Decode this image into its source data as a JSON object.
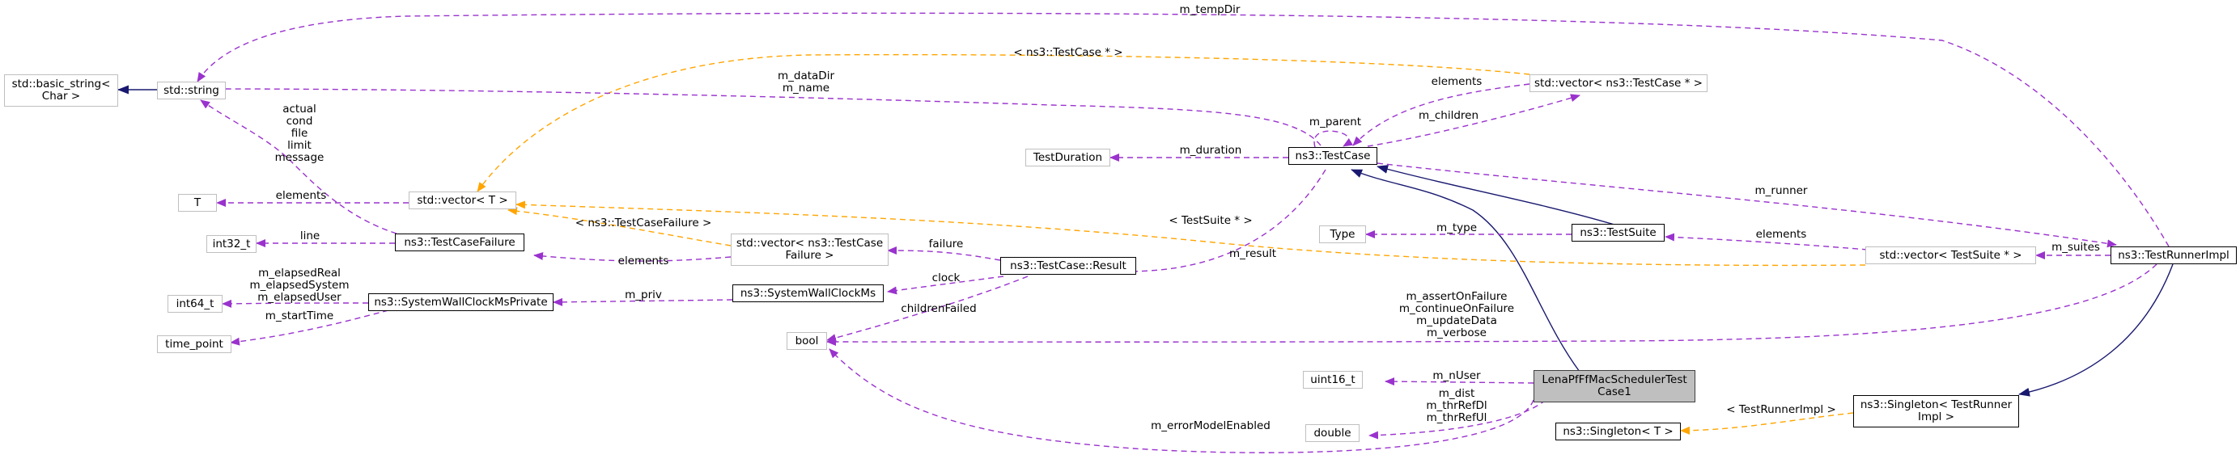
{
  "nodes": {
    "basic_string": {
      "label": "std::basic_string<\nChar >",
      "style": "grey"
    },
    "string": {
      "label": "std::string",
      "style": "grey"
    },
    "T": {
      "label": "T",
      "style": "grey"
    },
    "int32_t": {
      "label": "int32_t",
      "style": "grey"
    },
    "int64_t": {
      "label": "int64_t",
      "style": "grey"
    },
    "time_point": {
      "label": "time_point",
      "style": "grey"
    },
    "vector_T": {
      "label": "std::vector< T >",
      "style": "grey"
    },
    "test_case_failure": {
      "label": "ns3::TestCaseFailure",
      "style": "black"
    },
    "syswall_private": {
      "label": "ns3::SystemWallClockMsPrivate",
      "style": "black"
    },
    "vector_failure": {
      "label": "std::vector< ns3::TestCase\nFailure >",
      "style": "grey"
    },
    "syswall": {
      "label": "ns3::SystemWallClockMs",
      "style": "black"
    },
    "bool": {
      "label": "bool",
      "style": "grey"
    },
    "result": {
      "label": "ns3::TestCase::Result",
      "style": "black"
    },
    "test_duration": {
      "label": "TestDuration",
      "style": "grey"
    },
    "test_case": {
      "label": "ns3::TestCase",
      "style": "black"
    },
    "vector_testcase": {
      "label": "std::vector< ns3::TestCase * >",
      "style": "grey"
    },
    "type": {
      "label": "Type",
      "style": "grey"
    },
    "test_suite": {
      "label": "ns3::TestSuite",
      "style": "black"
    },
    "uint16_t": {
      "label": "uint16_t",
      "style": "grey"
    },
    "double": {
      "label": "double",
      "style": "grey"
    },
    "lena": {
      "label": "LenaPfFfMacSchedulerTest\nCase1",
      "style": "focus"
    },
    "singleton_T": {
      "label": "ns3::Singleton< T >",
      "style": "black"
    },
    "singleton_runner": {
      "label": "ns3::Singleton< TestRunner\nImpl >",
      "style": "black"
    },
    "vector_suite": {
      "label": "std::vector< TestSuite * >",
      "style": "grey"
    },
    "runner_impl": {
      "label": "ns3::TestRunnerImpl",
      "style": "black"
    }
  },
  "edge_labels": {
    "m_tempDir": "m_tempDir",
    "testcase_ptr": "< ns3::TestCase * >",
    "datadir_name": "m_dataDir\nm_name",
    "failure_members": "actual\ncond\nfile\nlimit\nmessage",
    "elements_T": "elements",
    "line": "line",
    "testcasefailure_tmpl": "< ns3::TestCaseFailure >",
    "elements_failure": "elements",
    "failure": "failure",
    "clock": "clock",
    "childrenFailed": "childrenFailed",
    "elapsed": "m_elapsedReal\nm_elapsedSystem\nm_elapsedUser",
    "m_startTime": "m_startTime",
    "m_priv": "m_priv",
    "m_result": "m_result",
    "m_duration": "m_duration",
    "m_parent": "m_parent",
    "elements_tc": "elements",
    "m_children": "m_children",
    "m_runner": "m_runner",
    "testsuite_tmpl": "< TestSuite * >",
    "m_type": "m_type",
    "elements_suite": "elements",
    "m_suites": "m_suites",
    "runner_bools": "m_assertOnFailure\nm_continueOnFailure\nm_updateData\nm_verbose",
    "m_nUser": "m_nUser",
    "doubles": "m_dist\nm_thrRefDl\nm_thrRefUl",
    "m_errorModelEnabled": "m_errorModelEnabled",
    "runnerimpl_tmpl": "< TestRunnerImpl >"
  },
  "colors": {
    "member_edge": "#9a32cd",
    "template_edge": "#ffa500",
    "inherit_edge": "#191970",
    "grey_border": "#bfbfbf",
    "focus_fill": "#bfbfbf"
  }
}
